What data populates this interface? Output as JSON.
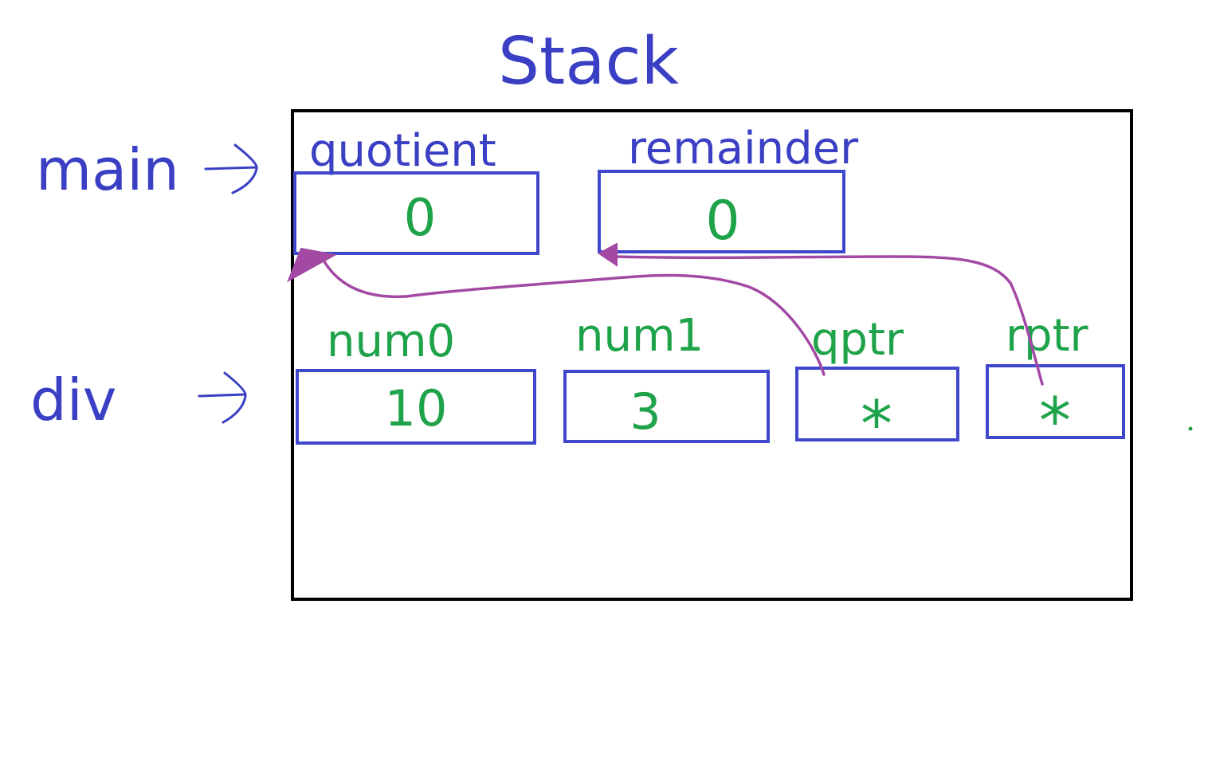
{
  "title": "Stack",
  "frames": {
    "main": {
      "label": "main"
    },
    "div": {
      "label": "div"
    }
  },
  "main_vars": [
    {
      "name": "quotient",
      "value": "0"
    },
    {
      "name": "remainder",
      "value": "0"
    }
  ],
  "div_vars": [
    {
      "name": "num0",
      "value": "10"
    },
    {
      "name": "num1",
      "value": "3"
    },
    {
      "name": "qptr",
      "value": "*"
    },
    {
      "name": "rptr",
      "value": "*"
    }
  ],
  "colors": {
    "label_blue": "#3a3fc4",
    "value_green": "#1fa34a",
    "box_blue": "#3f48cc",
    "pointer_purple": "#a349a4",
    "frame_black": "#000000"
  }
}
